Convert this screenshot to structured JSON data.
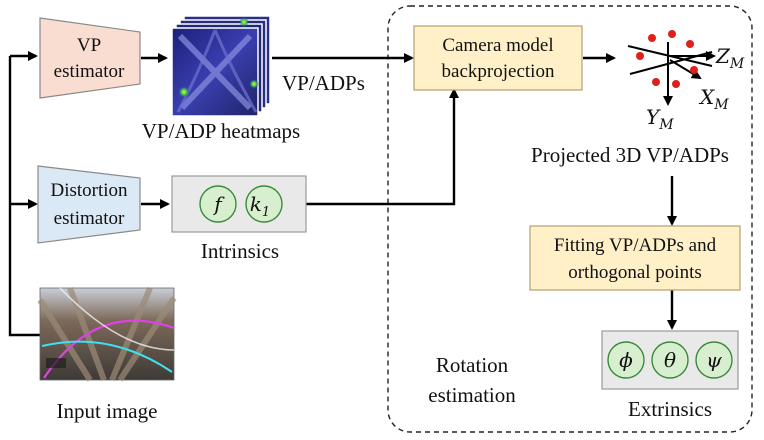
{
  "colors": {
    "vp_estimator_fill": "#f9ddd0",
    "vp_estimator_stroke": "#8a8a8a",
    "distortion_fill": "#dbe9f6",
    "distortion_stroke": "#8a8a8a",
    "process_fill": "#fff0c8",
    "process_stroke": "#b0a070",
    "param_panel_fill": "#e9e9e9",
    "param_circle_fill": "#d8efcf",
    "param_circle_stroke": "#3a8a3a",
    "points": "#e0201a",
    "arrows": "#000000"
  },
  "nodes": {
    "vp_estimator": [
      "VP",
      "estimator"
    ],
    "distortion_estimator": [
      "Distortion",
      "estimator"
    ],
    "camera_backprojection": [
      "Camera model",
      "backprojection"
    ],
    "fitting": [
      "Fitting VP/ADPs and",
      "orthogonal points"
    ]
  },
  "labels": {
    "vp_adps": "VP/ADPs",
    "heatmaps": "VP/ADP heatmaps",
    "intrinsics": "Intrinsics",
    "input_image": "Input image",
    "projected": "Projected 3D VP/ADPs",
    "rotation_estimation": [
      "Rotation",
      "estimation"
    ],
    "extrinsics": "Extrinsics"
  },
  "intrinsic_params": [
    {
      "base": "f",
      "sub": ""
    },
    {
      "base": "k",
      "sub": "1"
    }
  ],
  "extrinsic_params": [
    {
      "base": "ϕ",
      "sub": ""
    },
    {
      "base": "θ",
      "sub": ""
    },
    {
      "base": "ψ",
      "sub": ""
    }
  ],
  "axes": {
    "z": {
      "base": "Z",
      "sub": "M"
    },
    "x": {
      "base": "X",
      "sub": "M"
    },
    "y": {
      "base": "Y",
      "sub": "M"
    }
  },
  "images": {
    "heatmap_icon": "heatmap-stack",
    "input_icon": "fisheye-city-image"
  }
}
